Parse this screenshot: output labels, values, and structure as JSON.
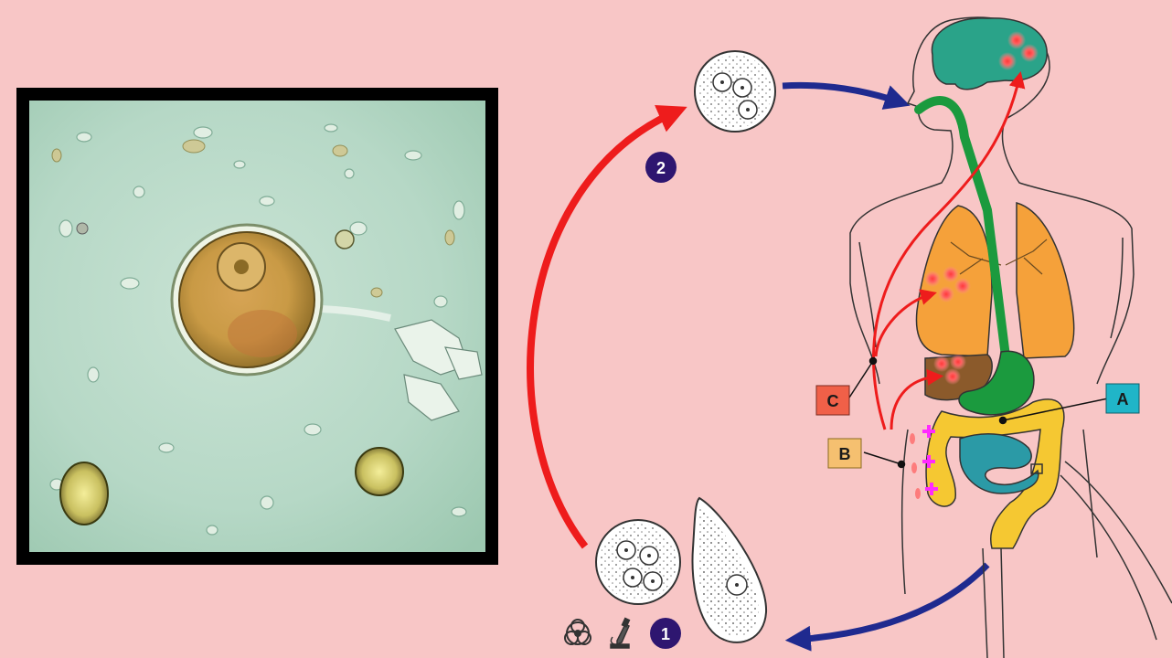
{
  "steps": {
    "one": "1",
    "two": "2"
  },
  "sites": {
    "a": "A",
    "b": "B",
    "c": "C"
  },
  "icons": [
    "biohazard-icon",
    "microscope-icon"
  ],
  "colors": {
    "background": "#f8c6c6",
    "infection_arrow": "#ee1c1c",
    "transmission_arrow": "#1f2a8f",
    "badge": "#2e1670",
    "brain": "#2aa389",
    "lungs": "#f5a13a",
    "liver": "#8b5a2b",
    "digestive_tract": "#1b9a3e",
    "colon": "#f5c832",
    "small_intestine": "#2b9aa6",
    "label_a": "#20b5c8",
    "label_b": "#f5c070",
    "label_c": "#f06048"
  }
}
